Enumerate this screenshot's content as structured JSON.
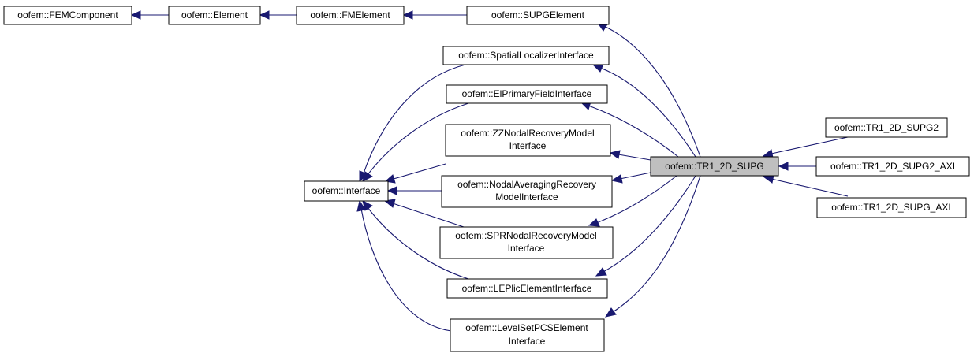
{
  "colors": {
    "edge": "#191970",
    "box_border": "#000000",
    "highlight_fill": "#bfbfbf",
    "background": "#ffffff"
  },
  "nodes": {
    "femcomponent": [
      "oofem::FEMComponent"
    ],
    "element": [
      "oofem::Element"
    ],
    "fmelement": [
      "oofem::FMElement"
    ],
    "supgelement": [
      "oofem::SUPGElement"
    ],
    "spatial": [
      "oofem::SpatialLocalizerInterface"
    ],
    "elprimary": [
      "oofem::ElPrimaryFieldInterface"
    ],
    "zznodal": [
      "oofem::ZZNodalRecoveryModel",
      "Interface"
    ],
    "nodalavg": [
      "oofem::NodalAveragingRecovery",
      "ModelInterface"
    ],
    "sprnodal": [
      "oofem::SPRNodalRecoveryModel",
      "Interface"
    ],
    "leplic": [
      "oofem::LEPlicElementInterface"
    ],
    "levelset": [
      "oofem::LevelSetPCSElement",
      "Interface"
    ],
    "interface": [
      "oofem::Interface"
    ],
    "tr1supg": [
      "oofem::TR1_2D_SUPG"
    ],
    "tr1supg2": [
      "oofem::TR1_2D_SUPG2"
    ],
    "tr1supg2axi": [
      "oofem::TR1_2D_SUPG2_AXI"
    ],
    "tr1supgaxi": [
      "oofem::TR1_2D_SUPG_AXI"
    ]
  },
  "edges": [
    {
      "from": "element",
      "to": "femcomponent"
    },
    {
      "from": "fmelement",
      "to": "element"
    },
    {
      "from": "supgelement",
      "to": "fmelement"
    },
    {
      "from": "tr1supg",
      "to": "supgelement"
    },
    {
      "from": "tr1supg",
      "to": "spatial"
    },
    {
      "from": "tr1supg",
      "to": "elprimary"
    },
    {
      "from": "tr1supg",
      "to": "zznodal"
    },
    {
      "from": "tr1supg",
      "to": "nodalavg"
    },
    {
      "from": "tr1supg",
      "to": "sprnodal"
    },
    {
      "from": "tr1supg",
      "to": "leplic"
    },
    {
      "from": "tr1supg",
      "to": "levelset"
    },
    {
      "from": "spatial",
      "to": "interface"
    },
    {
      "from": "elprimary",
      "to": "interface"
    },
    {
      "from": "zznodal",
      "to": "interface"
    },
    {
      "from": "nodalavg",
      "to": "interface"
    },
    {
      "from": "sprnodal",
      "to": "interface"
    },
    {
      "from": "leplic",
      "to": "interface"
    },
    {
      "from": "levelset",
      "to": "interface"
    },
    {
      "from": "tr1supg2",
      "to": "tr1supg"
    },
    {
      "from": "tr1supg2axi",
      "to": "tr1supg"
    },
    {
      "from": "tr1supgaxi",
      "to": "tr1supg"
    }
  ]
}
